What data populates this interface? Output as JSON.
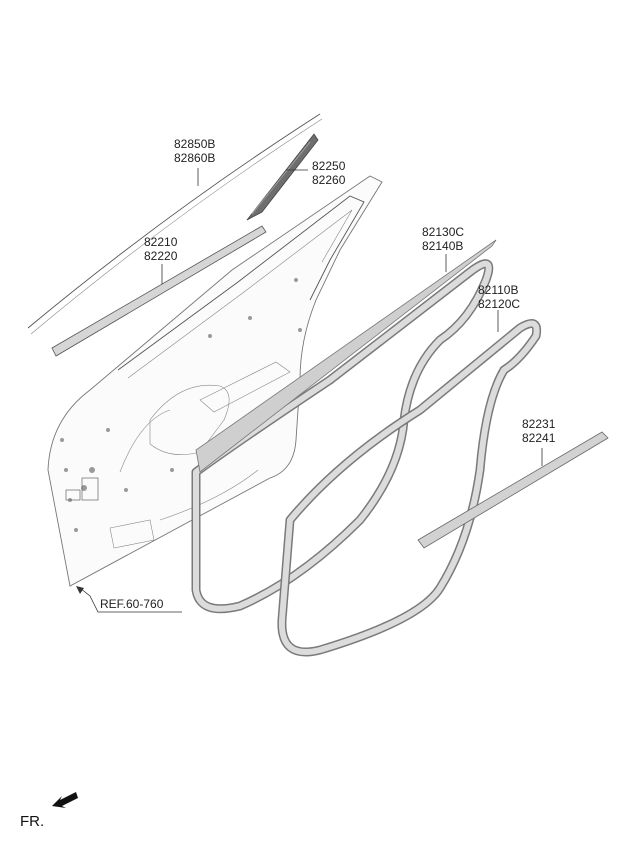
{
  "parts": [
    {
      "id": "belt-outside-upper",
      "numbers": [
        "82850B",
        "82860B"
      ]
    },
    {
      "id": "delta-garnish",
      "numbers": [
        "82250",
        "82260"
      ]
    },
    {
      "id": "belt-outside",
      "numbers": [
        "82210",
        "82220"
      ]
    },
    {
      "id": "body-side-seal",
      "numbers": [
        "82130C",
        "82140B"
      ]
    },
    {
      "id": "door-side-seal",
      "numbers": [
        "82110B",
        "82120C"
      ]
    },
    {
      "id": "lower-seal",
      "numbers": [
        "82231",
        "82241"
      ]
    }
  ],
  "reference": {
    "label": "REF.60-760"
  },
  "orientation": {
    "label": "FR."
  }
}
